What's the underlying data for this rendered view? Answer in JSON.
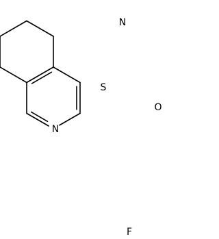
{
  "structure": {
    "atoms": [
      {
        "id": "n-ring",
        "symbol": "N"
      },
      {
        "id": "n-nitrile",
        "symbol": "N"
      },
      {
        "id": "s-thioether",
        "symbol": "S"
      },
      {
        "id": "o-carbonyl",
        "symbol": "O"
      },
      {
        "id": "f-aryl",
        "symbol": "F"
      }
    ],
    "colors": {
      "ink": "#000000",
      "background": "#ffffff"
    }
  }
}
